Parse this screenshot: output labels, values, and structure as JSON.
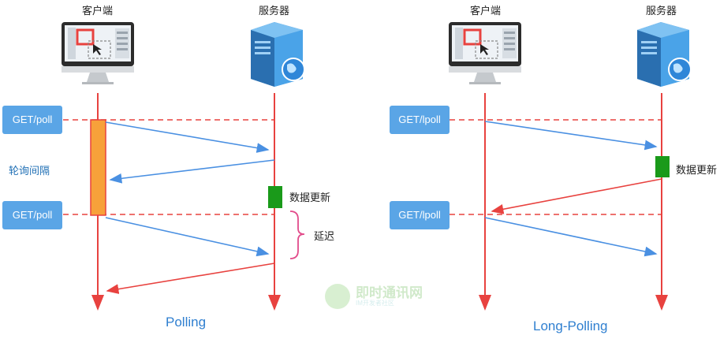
{
  "left": {
    "client_label": "客户端",
    "server_label": "服务器",
    "request1": "GET/poll",
    "request2": "GET/poll",
    "interval_label": "轮询间隔",
    "data_update_label": "数据更新",
    "delay_label": "延迟",
    "caption": "Polling"
  },
  "right": {
    "client_label": "客户端",
    "server_label": "服务器",
    "request1": "GET/lpoll",
    "request2": "GET/lpoll",
    "data_update_label": "数据更新",
    "caption": "Long-Polling"
  },
  "watermark": {
    "title": "即时通讯网",
    "subtitle": "IM开发者社区"
  },
  "colors": {
    "lifeline": "#e8423f",
    "request_arrow": "#4a90e2",
    "response_arrow": "#e8423f",
    "pill": "#5aa5e6",
    "interval_bar": "#f7a13a",
    "update_block": "#1a9a1a",
    "brace": "#e24b8a"
  }
}
